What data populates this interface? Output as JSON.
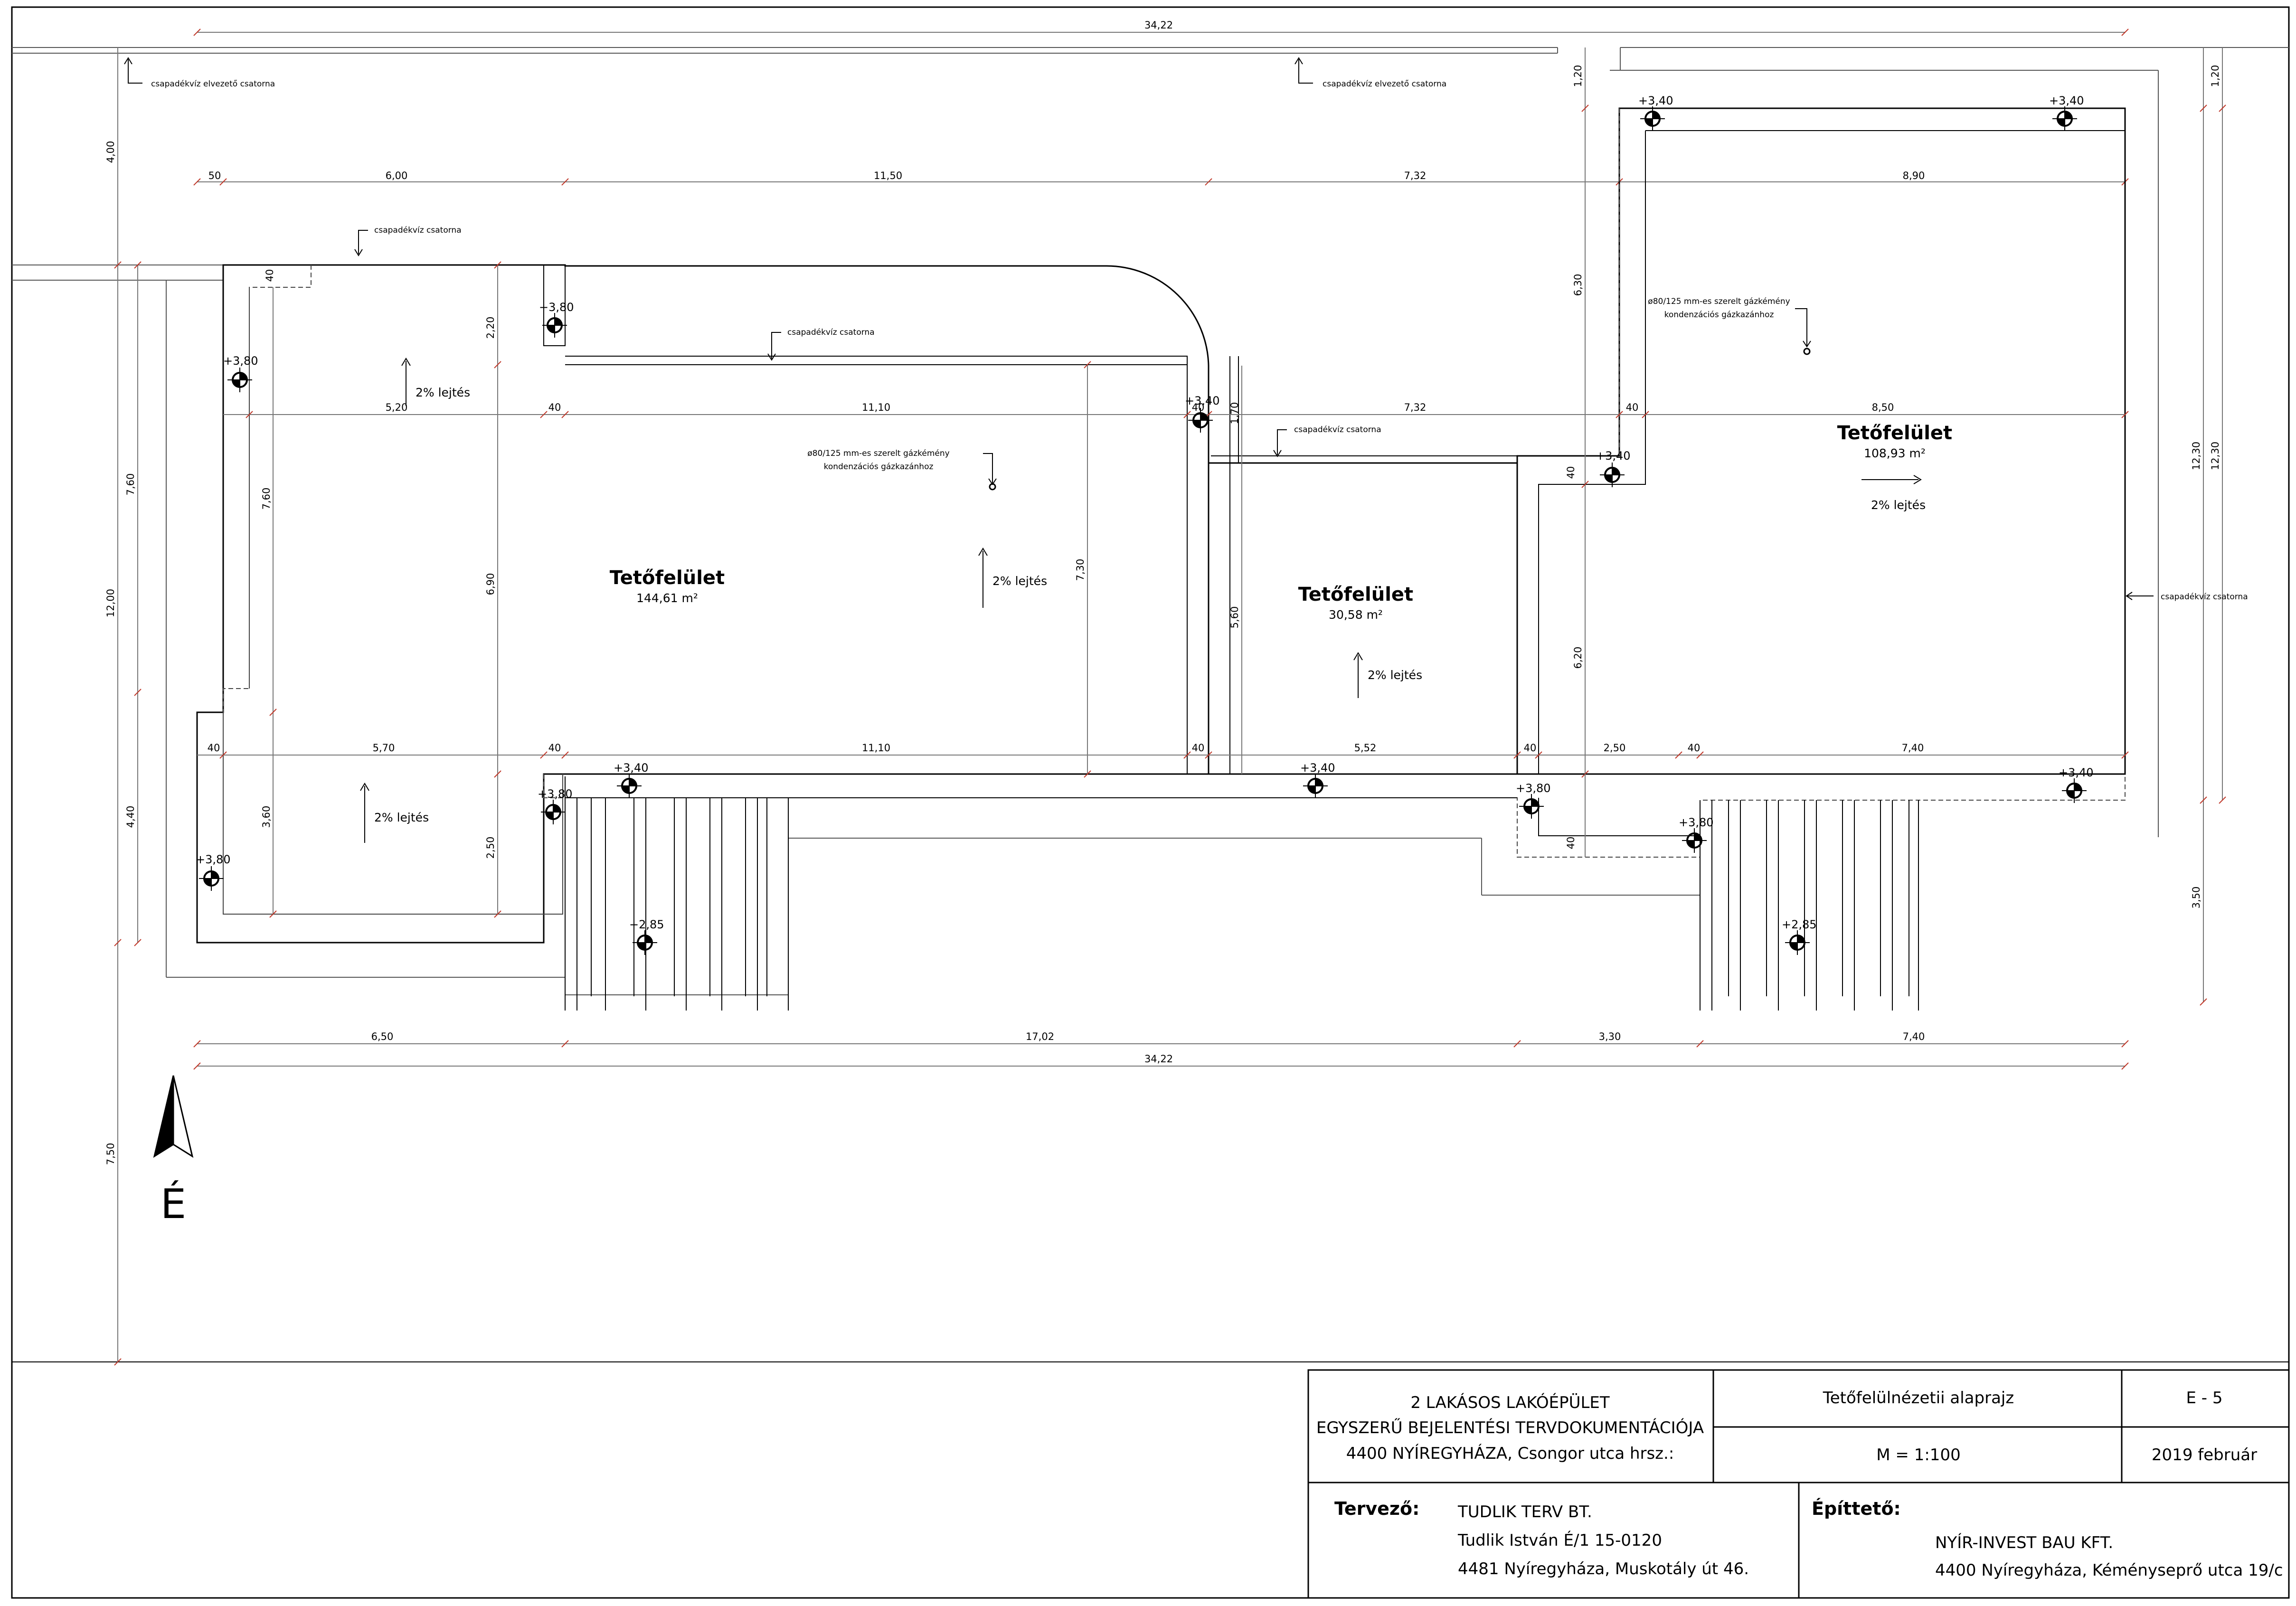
{
  "roofs": [
    {
      "title": "Tetőfelület",
      "area": "144,61 m²"
    },
    {
      "title": "Tetőfelület",
      "area": "30,58 m²"
    },
    {
      "title": "Tetőfelület",
      "area": "108,93 m²"
    }
  ],
  "slopes": [
    "2% lejtés",
    "2% lejtés",
    "2% lejtés",
    "2% lejtés",
    "2% lejtés"
  ],
  "notes": {
    "gutter_main": "csapadékvíz elvezető csatorna",
    "gutter": "csapadékvíz csatorna",
    "chimney_1": "ø80/125 mm-es szerelt gázkémény",
    "chimney_2": "kondenzációs gázkazánhoz"
  },
  "levels": [
    "+3,80",
    "+3,40",
    "+2,85"
  ],
  "dims": {
    "overall": "34,22",
    "top_row": [
      "50",
      "6,00",
      "11,50",
      "7,32",
      "8,90"
    ],
    "row2": [
      "5,20",
      "40",
      "11,10",
      "40",
      "7,32",
      "40",
      "8,50"
    ],
    "row3": [
      "40",
      "5,70",
      "40",
      "11,10",
      "40",
      "5,52",
      "40",
      "2,50",
      "40",
      "7,40"
    ],
    "bottom": [
      "6,50",
      "17,02",
      "3,30",
      "7,40"
    ],
    "left_outer": [
      "4,00",
      "7,60",
      "12,00",
      "4,40",
      "7,50"
    ],
    "left_inner": [
      "7,60",
      "3,60"
    ],
    "inner": [
      "40",
      "2,20",
      "6,90",
      "2,50",
      "7,30",
      "1,70",
      "5,60",
      "1,20",
      "6,30",
      "6,20",
      "40",
      "40"
    ],
    "right": [
      "1,20",
      "12,30",
      "12,30",
      "3,50"
    ]
  },
  "north": "É",
  "title_block": {
    "project_1": "2 LAKÁSOS LAKÓÉPÜLET",
    "project_2": "EGYSZERŰ BEJELENTÉSI TERVDOKUMENTÁCIÓJA",
    "project_3": "4400 NYÍREGYHÁZA, Csongor utca hrsz.:",
    "drawing_title": "Tetőfelülnézetii alaprajz",
    "sheet": "E - 5",
    "scale": "M = 1:100",
    "date": "2019 február",
    "designer_label": "Tervező:",
    "designer_1": "TUDLIK TERV BT.",
    "designer_2": "Tudlik István É/1 15-0120",
    "designer_3": "4481 Nyíregyháza, Muskotály út 46.",
    "builder_label": "Építtető:",
    "builder_1": "NYÍR-INVEST BAU KFT.",
    "builder_2": "4400 Nyíregyháza, Kéményseprő utca 19/c"
  }
}
